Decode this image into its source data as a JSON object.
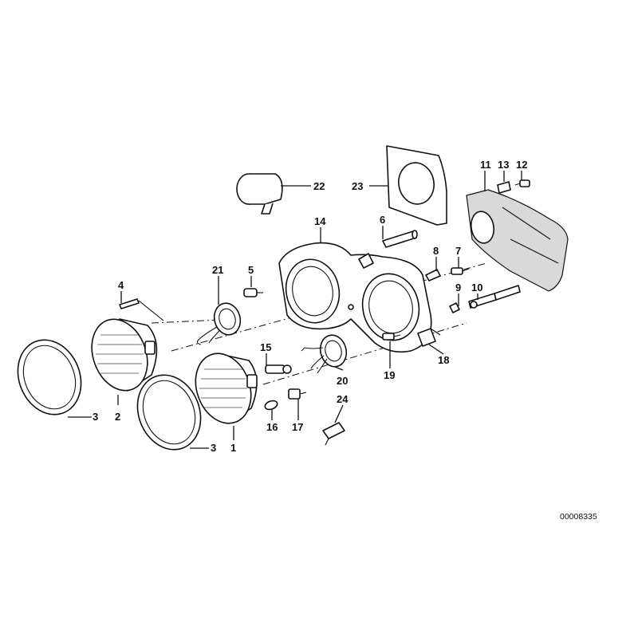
{
  "diagram": {
    "part_numbers": {
      "p1": "1",
      "p2": "2",
      "p3a": "3",
      "p3b": "3",
      "p4": "4",
      "p5": "5",
      "p6": "6",
      "p7": "7",
      "p8": "8",
      "p9": "9",
      "p10": "10",
      "p11": "11",
      "p12": "12",
      "p13": "13",
      "p14": "14",
      "p15": "15",
      "p16": "16",
      "p17": "17",
      "p18": "18",
      "p19": "19",
      "p20": "20",
      "p21": "21",
      "p22": "22",
      "p23": "23",
      "p24": "24"
    },
    "drawing_code": "00008335"
  }
}
